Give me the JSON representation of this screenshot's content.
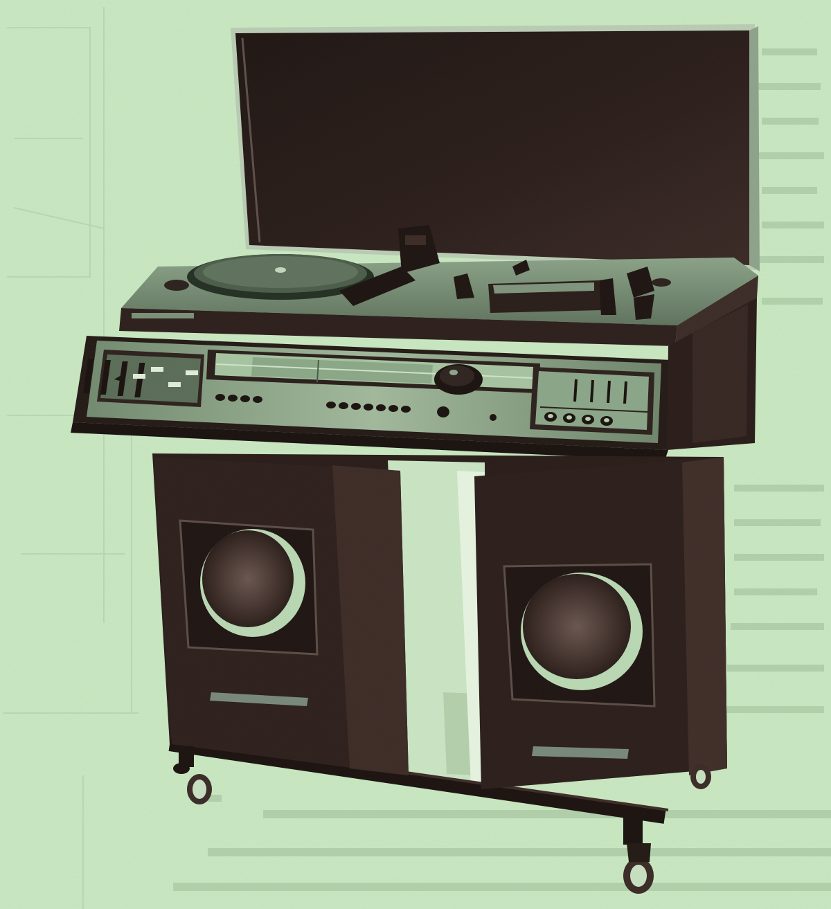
{
  "image": {
    "subject": "stereo-radiogram-console",
    "palette": {
      "paper": "#c8e8c0",
      "paper_light": "#d8f0cf",
      "wood_dark": "#2a1b18",
      "wood_mid": "#3b2a25",
      "wood_edge": "#4a3833",
      "panel_light": "#8ea58a",
      "panel_mid": "#6c7e69",
      "glass": "#9fbf99",
      "speaker_cone": "#4f3d36",
      "speaker_ring": "#b7d6b0",
      "metal": "#b8c8b2"
    },
    "components": [
      {
        "name": "lid",
        "icon": "lid-shape"
      },
      {
        "name": "turntable",
        "icon": "platter-disc"
      },
      {
        "name": "tape-deck",
        "icon": "cassette-deck"
      },
      {
        "name": "control-panel",
        "icon": "control-strip"
      },
      {
        "name": "left-speaker",
        "icon": "speaker-cone"
      },
      {
        "name": "right-speaker",
        "icon": "speaker-cone"
      },
      {
        "name": "casters",
        "icon": "caster-wheel"
      }
    ]
  }
}
